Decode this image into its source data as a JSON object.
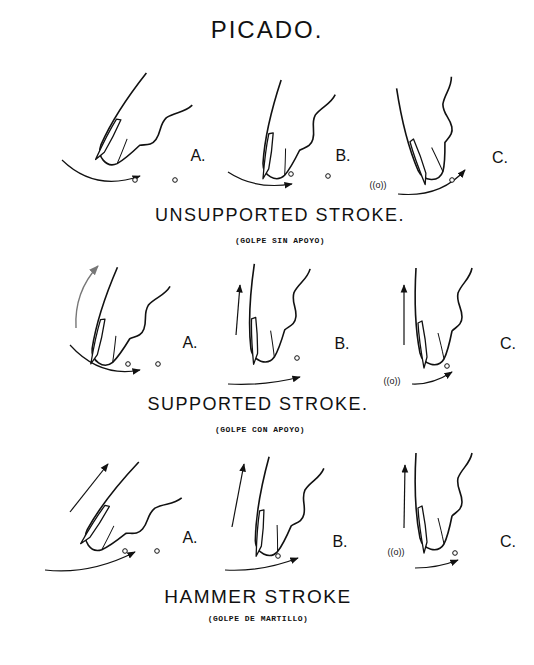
{
  "diagram": {
    "title": "PICADO.",
    "labels": [
      "A.",
      "B.",
      "((o))",
      "C.",
      "UNSUPPORTED STROKE.",
      "(GOLPE SIN APOYO)",
      "A.",
      "B.",
      "((o))",
      "C.",
      "SUPPORTED STROKE.",
      "(GOLPE CON APOYO)",
      "A.",
      "B.",
      "((o))",
      "C.",
      "HAMMER STROKE",
      "(GOLPE DE MARTILLO)"
    ]
  }
}
